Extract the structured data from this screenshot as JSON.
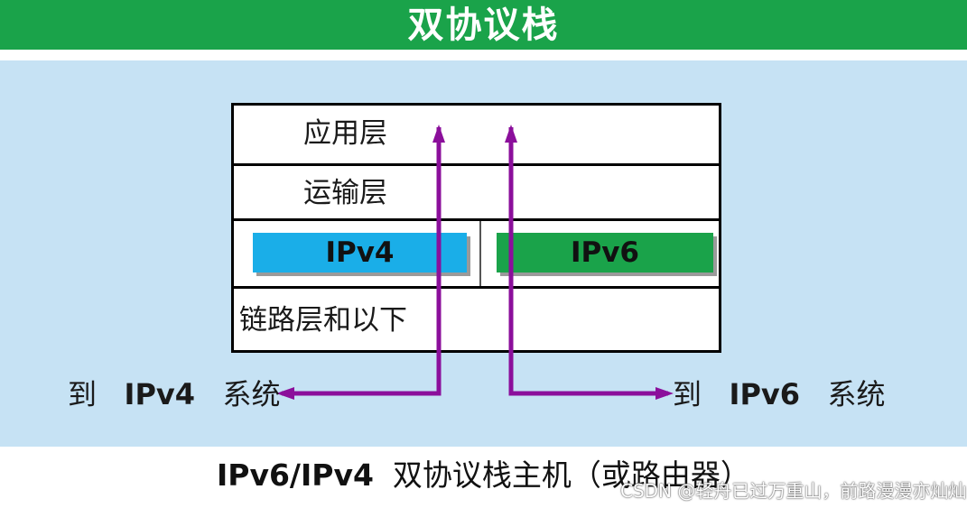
{
  "header": {
    "title": "双协议栈"
  },
  "stack": {
    "application_layer": "应用层",
    "transport_layer": "运输层",
    "ipv4": "IPv4",
    "ipv6": "IPv6",
    "link_layer": "链路层和以下"
  },
  "left_target": {
    "prefix": "到",
    "protocol": "IPv4",
    "suffix": "系统"
  },
  "right_target": {
    "prefix": "到",
    "protocol": "IPv6",
    "suffix": "系统"
  },
  "caption": {
    "protocols": "IPv6/IPv4",
    "text": "双协议栈主机（或路由器）"
  },
  "watermark": "CSDN @轻舟已过万重山，前路漫漫亦灿灿",
  "colors": {
    "header": "#1aa34a",
    "panel": "#c6e2f4",
    "ipv4_box": "#1aaee8",
    "ipv6_box": "#1aa34a",
    "arrow": "#8b0f9b"
  }
}
